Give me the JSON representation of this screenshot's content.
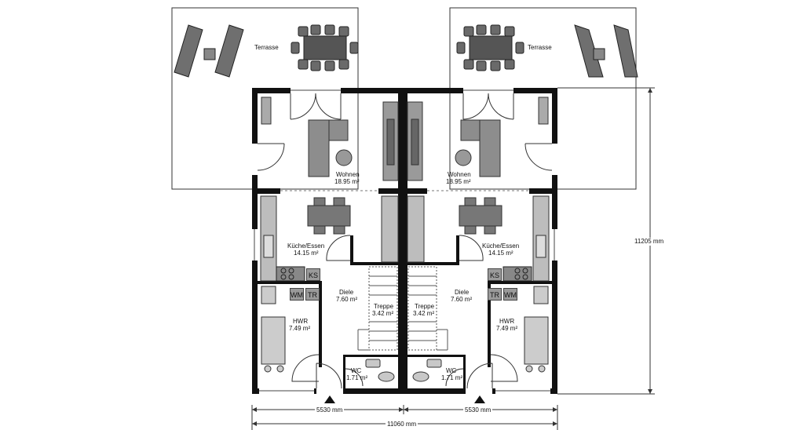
{
  "rooms": {
    "left": {
      "terrace": "Terrasse",
      "living_name": "Wohnen",
      "living_area": "18.95 m²",
      "kitchen_name": "Küche/Essen",
      "kitchen_area": "14.15 m²",
      "hall_name": "Diele",
      "hall_area": "7.60 m²",
      "stairs_name": "Treppe",
      "stairs_area": "3.42 m²",
      "utility_name": "HWR",
      "utility_area": "7.49 m²",
      "wc_name": "WC",
      "wc_area": "1.71 m²"
    },
    "right": {
      "terrace": "Terrasse",
      "living_name": "Wohnen",
      "living_area": "18.95 m²",
      "kitchen_name": "Küche/Essen",
      "kitchen_area": "14.15 m²",
      "hall_name": "Diele",
      "hall_area": "7.60 m²",
      "stairs_name": "Treppe",
      "stairs_area": "3.42 m²",
      "utility_name": "HWR",
      "utility_area": "7.49 m²",
      "wc_name": "WC",
      "wc_area": "1.71 m²"
    }
  },
  "appliances": {
    "fridge": "KS",
    "washer": "WM",
    "dryer": "TR"
  },
  "dimensions": {
    "half_width_left": "5530 mm",
    "half_width_right": "5530 mm",
    "total_width": "11060 mm",
    "total_depth": "11205 mm"
  }
}
